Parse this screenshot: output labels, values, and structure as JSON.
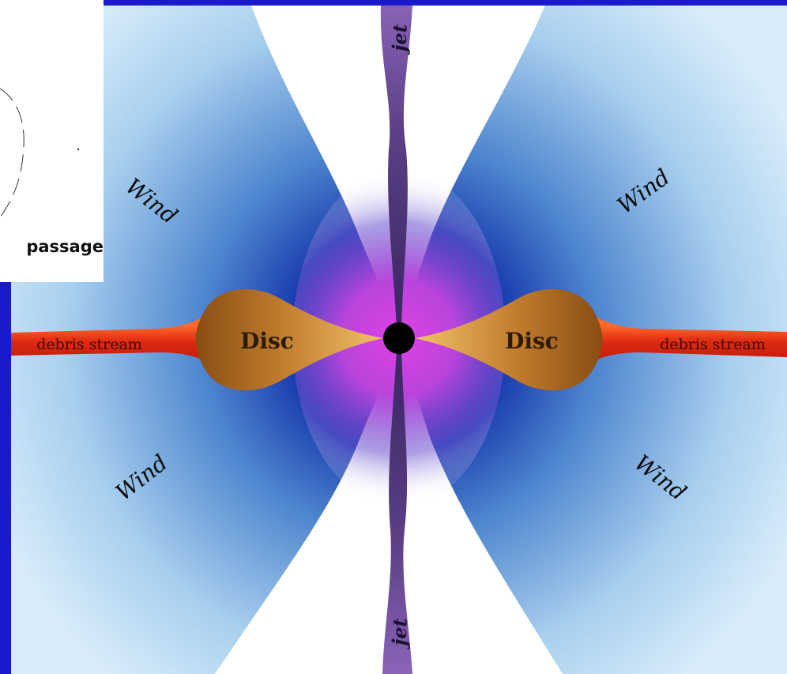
{
  "diagram": {
    "labels": {
      "jet_top": "jet",
      "jet_bottom": "jet",
      "wind_upper_left": "Wind",
      "wind_upper_right": "Wind",
      "wind_lower_left": "Wind",
      "wind_lower_right": "Wind",
      "disc_left": "Disc",
      "disc_right": "Disc",
      "debris_left": "debris stream",
      "debris_right": "debris stream"
    },
    "inset": {
      "caption": "passage"
    }
  },
  "colors": {
    "background_frame": "#1a1acc",
    "wind_outer": "#cfe6f7",
    "wind_inner": "#06138c",
    "cone_glow": "#d34de0",
    "jet": "#7e5aa8",
    "disc_dark": "#9a5a18",
    "disc_light": "#e9b35a",
    "debris_stream": "#e83a1a",
    "black_hole": "#000000"
  }
}
